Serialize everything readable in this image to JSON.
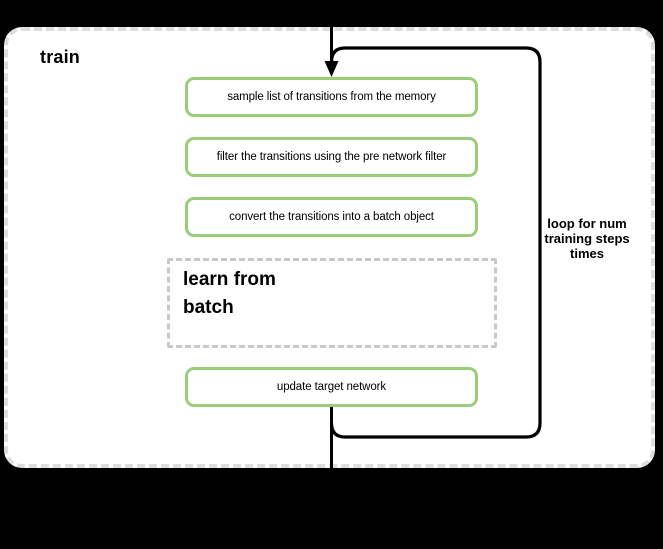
{
  "diagram": {
    "title": "train",
    "steps": [
      {
        "id": "sample-transitions",
        "label": "sample list of transitions from the memory"
      },
      {
        "id": "filter-transitions",
        "label": "filter the transitions using the pre network filter"
      },
      {
        "id": "convert-transitions",
        "label": "convert the transitions into a batch object"
      },
      {
        "id": "update-target",
        "label": "update target network"
      }
    ],
    "subprocess": {
      "label": "learn from\nbatch"
    },
    "loop": {
      "label": "loop for num\ntraining steps\ntimes"
    },
    "colors": {
      "background": "#000000",
      "container_fill": "#ffffff",
      "container_border": "#dedede",
      "step_border": "#9acd7a",
      "subprocess_border": "#c9c9c9",
      "connector": "#000000",
      "text": "#000000"
    }
  }
}
